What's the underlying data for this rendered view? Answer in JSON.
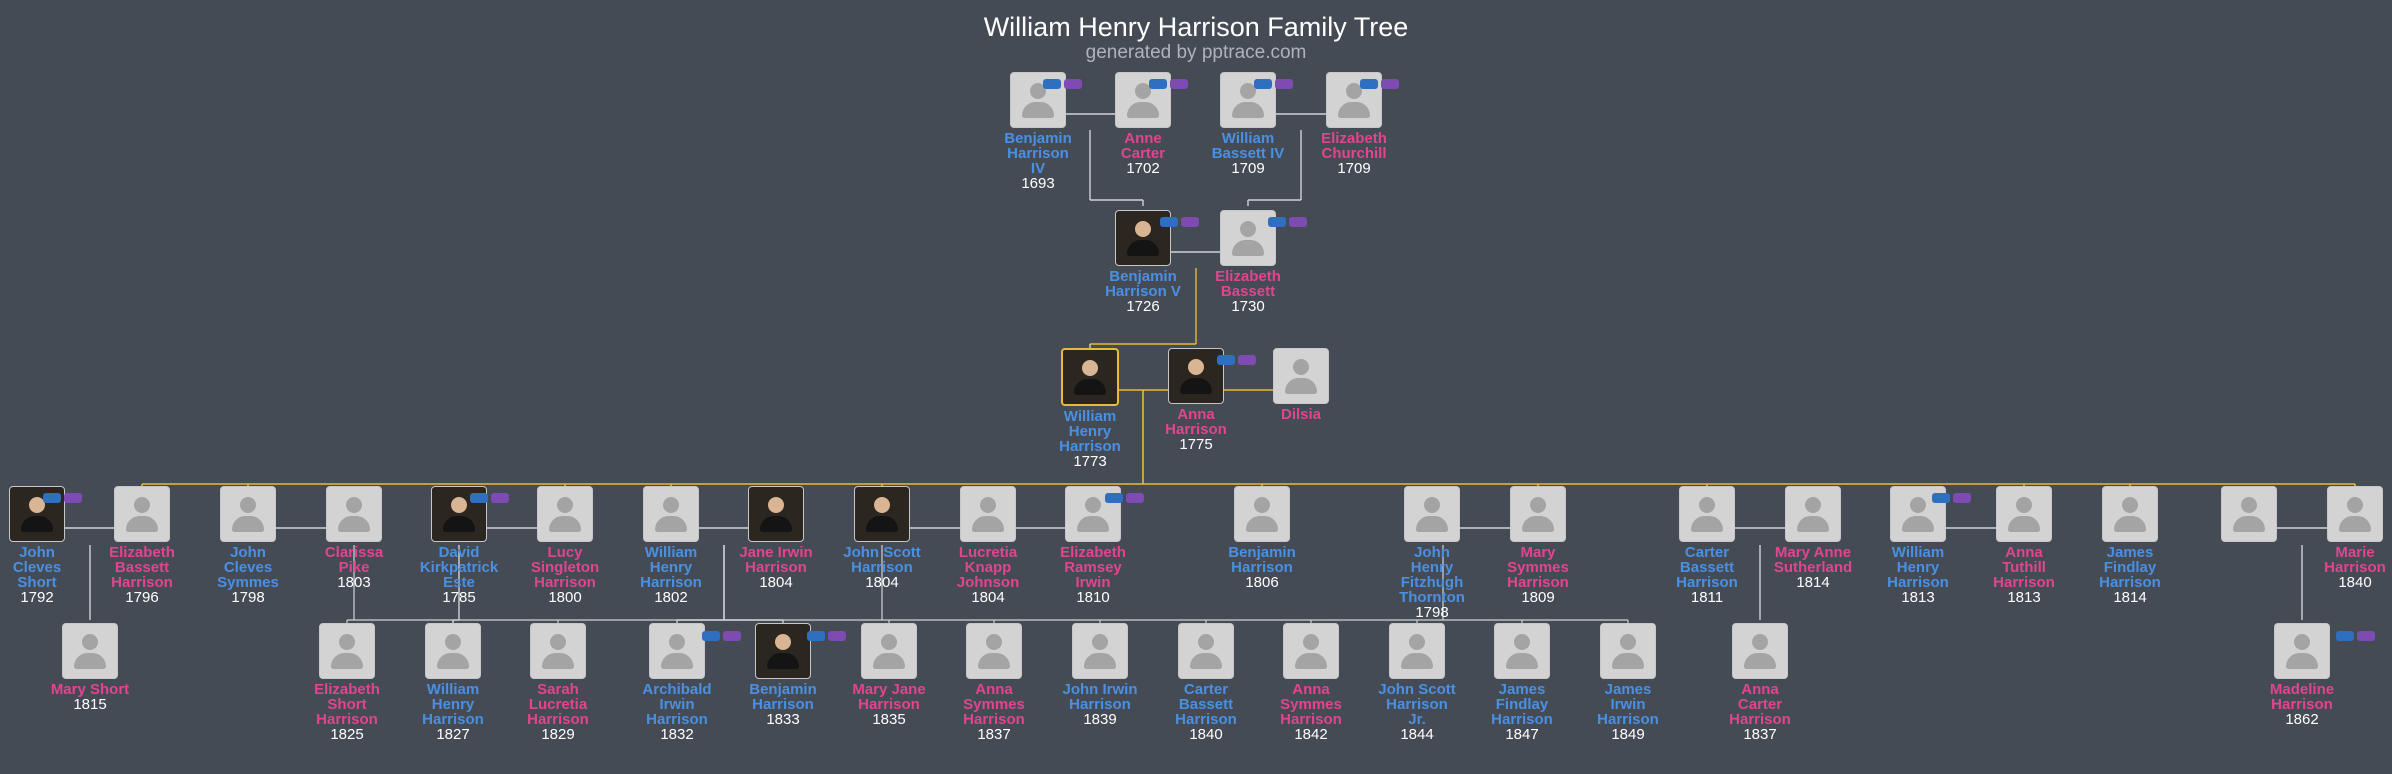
{
  "title": "William Henry Harrison Family Tree",
  "subtitle": "generated by pptrace.com",
  "colors": {
    "background": "#454b55",
    "male": "#4a90e2",
    "female": "#e0458e",
    "line": "#cfd3d8",
    "highlight_line": "#e8b93a"
  },
  "people": [
    {
      "id": "bh4",
      "name": "Benjamin Harrison IV",
      "gender": "male",
      "year": "1693",
      "photo": "placeholder"
    },
    {
      "id": "ac",
      "name": "Anne Carter",
      "gender": "female",
      "year": "1702",
      "photo": "placeholder"
    },
    {
      "id": "wb4",
      "name": "William Bassett IV",
      "gender": "male",
      "year": "1709",
      "photo": "placeholder"
    },
    {
      "id": "ec",
      "name": "Elizabeth Churchill",
      "gender": "female",
      "year": "1709",
      "photo": "placeholder"
    },
    {
      "id": "bh5",
      "name": "Benjamin Harrison V",
      "gender": "male",
      "year": "1726",
      "photo": "portrait"
    },
    {
      "id": "eb",
      "name": "Elizabeth Bassett",
      "gender": "female",
      "year": "1730",
      "photo": "placeholder"
    },
    {
      "id": "whh",
      "name": "William Henry Harrison",
      "gender": "male",
      "year": "1773",
      "photo": "portrait-framed"
    },
    {
      "id": "annah",
      "name": "Anna Harrison",
      "gender": "female",
      "year": "1775",
      "photo": "portrait"
    },
    {
      "id": "dilsia",
      "name": "Dilsia",
      "gender": "female",
      "year": "",
      "photo": "placeholder"
    },
    {
      "id": "jcs",
      "name": "John Cleves Short",
      "gender": "male",
      "year": "1792",
      "photo": "portrait"
    },
    {
      "id": "ebh",
      "name": "Elizabeth Bassett Harrison",
      "gender": "female",
      "year": "1796",
      "photo": "placeholder"
    },
    {
      "id": "jcsy",
      "name": "John Cleves Symmes",
      "gender": "male",
      "year": "1798",
      "photo": "placeholder"
    },
    {
      "id": "cp",
      "name": "Clarissa Pike",
      "gender": "female",
      "year": "1803",
      "photo": "placeholder"
    },
    {
      "id": "dke",
      "name": "David Kirkpatrick Este",
      "gender": "male",
      "year": "1785",
      "photo": "portrait"
    },
    {
      "id": "lsh",
      "name": "Lucy Singleton Harrison",
      "gender": "female",
      "year": "1800",
      "photo": "placeholder"
    },
    {
      "id": "whh2",
      "name": "William Henry Harrison",
      "gender": "male",
      "year": "1802",
      "photo": "placeholder"
    },
    {
      "id": "jih",
      "name": "Jane Irwin Harrison",
      "gender": "female",
      "year": "1804",
      "photo": "portrait"
    },
    {
      "id": "jsh",
      "name": "John Scott Harrison",
      "gender": "male",
      "year": "1804",
      "photo": "portrait"
    },
    {
      "id": "lkj",
      "name": "Lucretia Knapp Johnson",
      "gender": "female",
      "year": "1804",
      "photo": "placeholder"
    },
    {
      "id": "eri",
      "name": "Elizabeth Ramsey Irwin",
      "gender": "female",
      "year": "1810",
      "photo": "placeholder"
    },
    {
      "id": "benh",
      "name": "Benjamin Harrison",
      "gender": "male",
      "year": "1806",
      "photo": "placeholder"
    },
    {
      "id": "jhft",
      "name": "John Henry Fitzhugh Thornton",
      "gender": "male",
      "year": "1798",
      "photo": "placeholder"
    },
    {
      "id": "msh",
      "name": "Mary Symmes Harrison",
      "gender": "female",
      "year": "1809",
      "photo": "placeholder"
    },
    {
      "id": "cbh",
      "name": "Carter Bassett Harrison",
      "gender": "male",
      "year": "1811",
      "photo": "placeholder"
    },
    {
      "id": "mas",
      "name": "Mary Anne Sutherland",
      "gender": "female",
      "year": "1814",
      "photo": "placeholder"
    },
    {
      "id": "whh3",
      "name": "William Henry Harrison",
      "gender": "male",
      "year": "1813",
      "photo": "placeholder"
    },
    {
      "id": "ath",
      "name": "Anna Tuthill Harrison",
      "gender": "female",
      "year": "1813",
      "photo": "placeholder"
    },
    {
      "id": "jfh",
      "name": "James Findlay Harrison",
      "gender": "male",
      "year": "1814",
      "photo": "placeholder"
    },
    {
      "id": "unk",
      "name": "",
      "gender": "male",
      "year": "",
      "photo": "placeholder"
    },
    {
      "id": "marieh",
      "name": "Marie Harrison",
      "gender": "female",
      "year": "1840",
      "photo": "placeholder"
    },
    {
      "id": "mshort",
      "name": "Mary Short",
      "gender": "female",
      "year": "1815",
      "photo": "placeholder"
    },
    {
      "id": "esh",
      "name": "Elizabeth Short Harrison",
      "gender": "female",
      "year": "1825",
      "photo": "placeholder"
    },
    {
      "id": "whh4",
      "name": "William Henry Harrison",
      "gender": "male",
      "year": "1827",
      "photo": "placeholder"
    },
    {
      "id": "slh",
      "name": "Sarah Lucretia Harrison",
      "gender": "female",
      "year": "1829",
      "photo": "placeholder"
    },
    {
      "id": "aih",
      "name": "Archibald Irwin Harrison",
      "gender": "male",
      "year": "1832",
      "photo": "placeholder"
    },
    {
      "id": "benh2",
      "name": "Benjamin Harrison",
      "gender": "male",
      "year": "1833",
      "photo": "portrait"
    },
    {
      "id": "mjh",
      "name": "Mary Jane Harrison",
      "gender": "female",
      "year": "1835",
      "photo": "placeholder"
    },
    {
      "id": "ash1",
      "name": "Anna Symmes Harrison",
      "gender": "female",
      "year": "1837",
      "photo": "placeholder"
    },
    {
      "id": "jih2",
      "name": "John Irwin Harrison",
      "gender": "male",
      "year": "1839",
      "photo": "placeholder"
    },
    {
      "id": "cbh2",
      "name": "Carter Bassett Harrison",
      "gender": "male",
      "year": "1840",
      "photo": "placeholder"
    },
    {
      "id": "ash2",
      "name": "Anna Symmes Harrison",
      "gender": "female",
      "year": "1842",
      "photo": "placeholder"
    },
    {
      "id": "jshjr",
      "name": "John Scott Harrison Jr.",
      "gender": "male",
      "year": "1844",
      "photo": "placeholder"
    },
    {
      "id": "jfh2",
      "name": "James Findlay Harrison",
      "gender": "male",
      "year": "1847",
      "photo": "placeholder"
    },
    {
      "id": "jirh",
      "name": "James Irwin Harrison",
      "gender": "male",
      "year": "1849",
      "photo": "placeholder"
    },
    {
      "id": "ach",
      "name": "Anna Carter Harrison",
      "gender": "female",
      "year": "1837",
      "photo": "placeholder"
    },
    {
      "id": "mh",
      "name": "Madeline Harrison",
      "gender": "female",
      "year": "1862",
      "photo": "placeholder"
    }
  ]
}
